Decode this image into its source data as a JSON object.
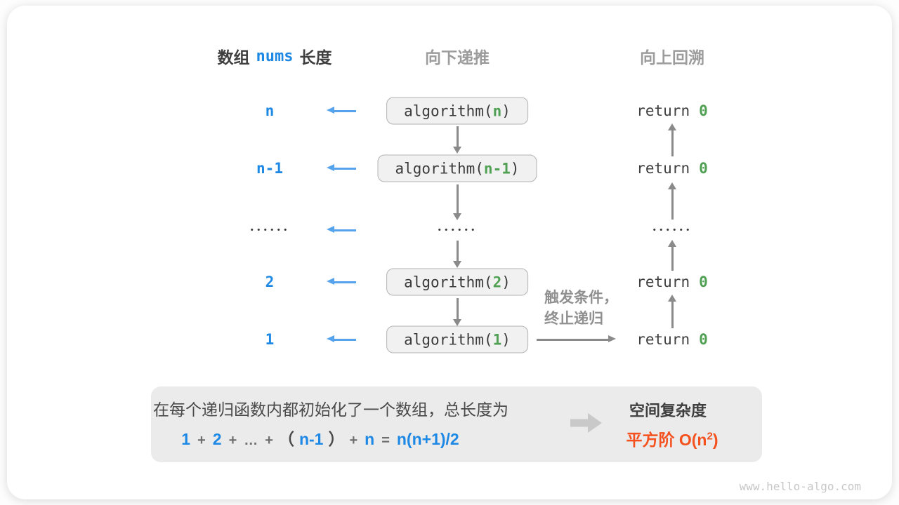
{
  "header": {
    "array_label_prefix": "数组",
    "array_code": "nums",
    "array_label_suffix": "长度",
    "recurse_down_title": "向下递推",
    "backtrack_up_title": "向上回溯"
  },
  "rows": [
    {
      "label": "n",
      "call_prefix": "algorithm(",
      "arg": "n",
      "call_suffix": ")",
      "return_keyword": "return",
      "return_value": "0"
    },
    {
      "label": "n-1",
      "call_prefix": "algorithm(",
      "arg": "n-1",
      "call_suffix": ")",
      "return_keyword": "return",
      "return_value": "0"
    },
    {
      "dots": "••••••"
    },
    {
      "label": "2",
      "call_prefix": "algorithm(",
      "arg": "2",
      "call_suffix": ")",
      "return_keyword": "return",
      "return_value": "0"
    },
    {
      "label": "1",
      "call_prefix": "algorithm(",
      "arg": "1",
      "call_suffix": ")",
      "return_keyword": "return",
      "return_value": "0"
    }
  ],
  "base_case_note": {
    "line1": "触发条件，",
    "line2": "终止递归"
  },
  "summary": {
    "description": "在每个递归函数内都初始化了一个数组，总长度为",
    "formula": {
      "t1": "1",
      "op1": "+",
      "t2": "2",
      "op2": "+",
      "ellipsis": "…",
      "op3": "+",
      "open_paren": "（",
      "t3": "n-1",
      "close_paren": "）",
      "op4": "+",
      "t4": "n",
      "equals": "=",
      "t5": "n(n+1)/2"
    },
    "result_label": "空间复杂度",
    "result_prefix": "平方阶 O(n",
    "result_exponent": "2",
    "result_suffix": ")"
  },
  "footer": {
    "watermark": "www.hello-algo.com"
  },
  "icons": {
    "left_arrow": "←",
    "down_arrow": "↓",
    "up_arrow": "↑",
    "right_arrow": "→",
    "block_arrow": "➡"
  },
  "colors": {
    "accent_blue": "#1E88E5",
    "arrow_blue": "#55a3ec",
    "code_green": "#4FA052",
    "accent_orange": "#F4511E",
    "gray_title": "#9c9c9c",
    "box_fill": "#f1f1f1",
    "box_border": "#b3b3b3",
    "panel_fill": "#ebebeb"
  }
}
